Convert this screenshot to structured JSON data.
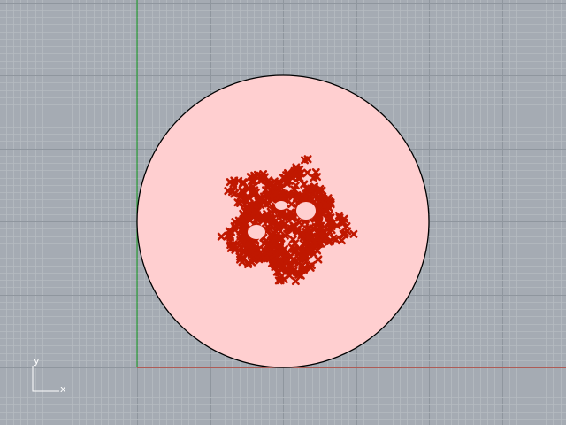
{
  "viewport": {
    "view": "top",
    "grid": true,
    "background_color": "#a5abb3",
    "minor_grid_color": "#b6bbc1",
    "major_grid_color": "#8f969e"
  },
  "axes": {
    "x_axis_color": "#c0392b",
    "y_axis_color": "#2e9e3a"
  },
  "widget": {
    "x_label": "x",
    "y_label": "y",
    "color": "#ffffff"
  },
  "circle": {
    "fill_color": "#ffcfd0",
    "stroke_color": "#000000"
  },
  "pattern": {
    "color": "#c01800",
    "shape": "cross-marks cluster"
  }
}
